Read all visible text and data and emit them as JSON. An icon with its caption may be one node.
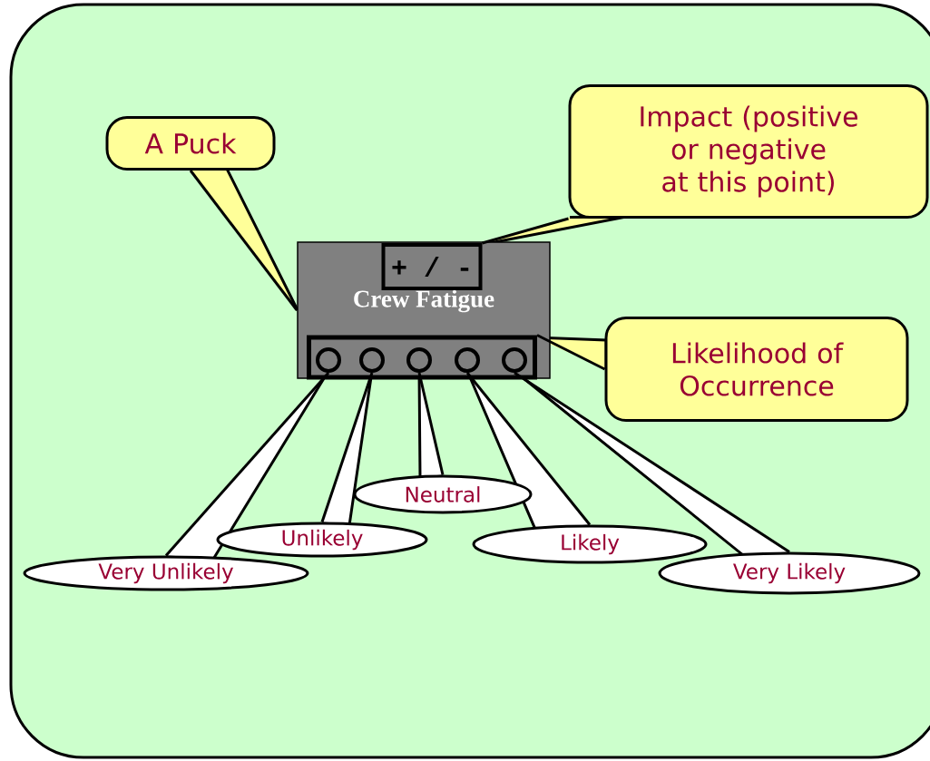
{
  "diagram": {
    "nodes": [
      {
        "text": [
          "A Puck"
        ]
      },
      {
        "text": [
          "Impact (positive or negative at this point)"
        ]
      },
      {
        "text": [
          "Crew Fatigue"
        ]
      },
      {
        "text": [
          "+ / -"
        ],
        "in": 2
      },
      {
        "text": [],
        "shape": "box",
        "in": 2
      },
      {
        "text": [],
        "shape": "circle",
        "in": 4
      },
      {
        "text": [],
        "shape": "circle",
        "in": 4
      },
      {
        "text": [],
        "shape": "circle",
        "in": 4
      },
      {
        "text": [],
        "shape": "circle",
        "in": 4
      },
      {
        "text": [],
        "shape": "circle",
        "in": 4
      },
      {
        "text": [
          "Likelihood of Occurrence"
        ]
      },
      {
        "text": [
          "Neutral"
        ]
      },
      {
        "text": [
          "Unlikely"
        ]
      },
      {
        "text": [
          "Likely"
        ]
      },
      {
        "text": [
          "Very Unlikely"
        ]
      },
      {
        "text": [
          "Very Likely"
        ]
      }
    ],
    "edges": [
      {
        "from": 0,
        "to": 2,
        "arrow": "none"
      },
      {
        "from": 1,
        "to": 3,
        "arrow": "none"
      },
      {
        "from": 10,
        "to": 4,
        "arrow": "none"
      },
      {
        "from": 14,
        "to": 5,
        "arrow": "none"
      },
      {
        "from": 12,
        "to": 6,
        "arrow": "none"
      },
      {
        "from": 11,
        "to": 7,
        "arrow": "none"
      },
      {
        "from": 13,
        "to": 8,
        "arrow": "none"
      },
      {
        "from": 15,
        "to": 9,
        "arrow": "none"
      }
    ]
  }
}
